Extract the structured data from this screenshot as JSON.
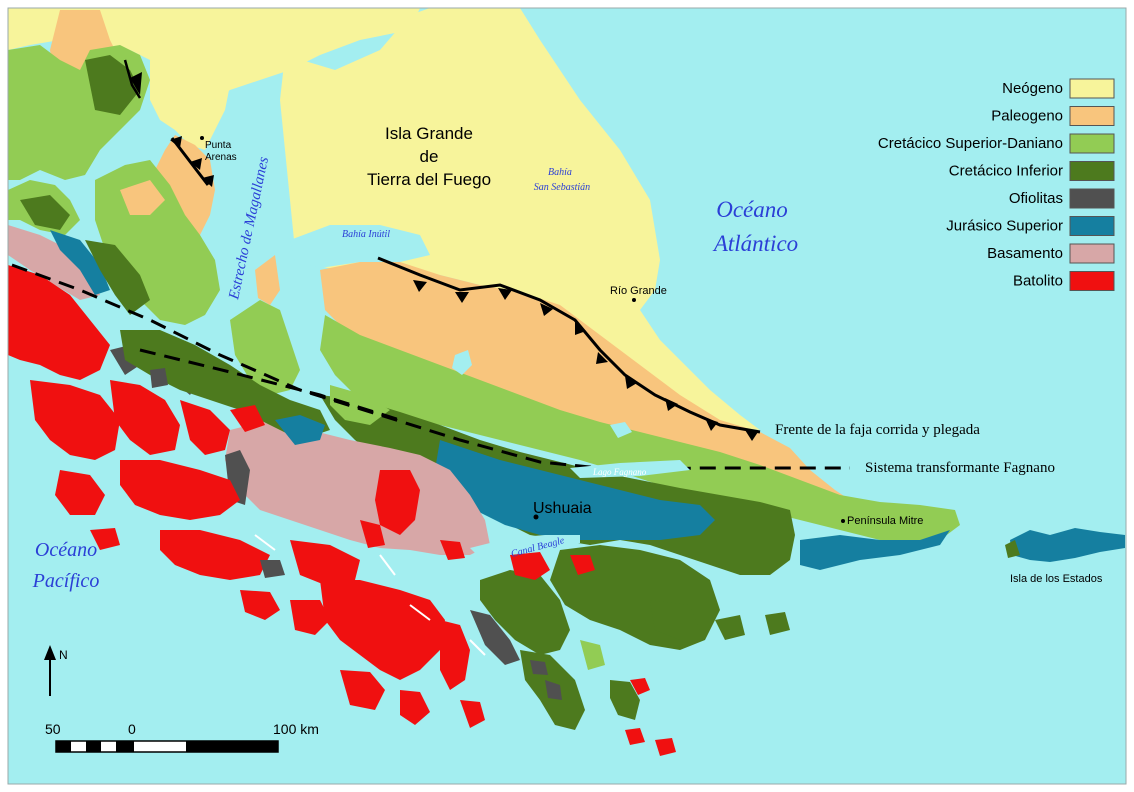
{
  "colors": {
    "sea": "#a3eef0",
    "neogeno": "#f7f49b",
    "paleogeno": "#f8c57d",
    "cretacico_superior_daniano": "#92cc54",
    "cretacico_inferior": "#4d7a1e",
    "ofiolitas": "#505050",
    "jurasico_superior": "#157fa0",
    "basamento": "#d7a7a7",
    "batolito": "#f01010",
    "water_label": "#2b3fd6"
  },
  "legend": [
    {
      "key": "neogeno",
      "label": "Neógeno",
      "color": "#f7f49b"
    },
    {
      "key": "paleogeno",
      "label": "Paleogeno",
      "color": "#f8c57d"
    },
    {
      "key": "cretacico_superior_daniano",
      "label": "Cretácico Superior-Daniano",
      "color": "#92cc54"
    },
    {
      "key": "cretacico_inferior",
      "label": "Cretácico Inferior",
      "color": "#4d7a1e"
    },
    {
      "key": "ofiolitas",
      "label": "Ofiolitas",
      "color": "#505050"
    },
    {
      "key": "jurasico_superior",
      "label": "Jurásico Superior",
      "color": "#157fa0"
    },
    {
      "key": "basamento",
      "label": "Basamento",
      "color": "#d7a7a7"
    },
    {
      "key": "batolito",
      "label": "Batolito",
      "color": "#f01010"
    }
  ],
  "labels": {
    "isla_line1": "Isla Grande",
    "isla_line2": "de",
    "isla_line3": "Tierra del Fuego",
    "punta_arenas_1": "Punta",
    "punta_arenas_2": "Arenas",
    "estrecho": "Estrecho de Magallanes",
    "bahia_inutil": "Bahía Inútil",
    "bahia_ss_1": "Bahía",
    "bahia_ss_2": "San Sebastián",
    "oceano_atl_1": "Océano",
    "oceano_atl_2": "Atlántico",
    "oceano_pac_1": "Océano",
    "oceano_pac_2": "Pacífico",
    "rio_grande": "Río Grande",
    "ushuaia": "Ushuaia",
    "canal_beagle": "Canal Beagle",
    "lago_fagnano": "Lago Fagnano",
    "peninsula_mitre": "Península Mitre",
    "isla_estados": "Isla de los Estados",
    "frente": "Frente de la faja corrida y plegada",
    "sistema": "Sistema transformante Fagnano",
    "north": "N",
    "scale_50": "50",
    "scale_0": "0",
    "scale_100": "100 km"
  }
}
